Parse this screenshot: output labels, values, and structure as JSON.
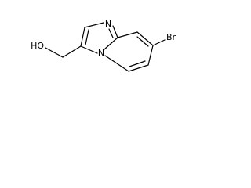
{
  "molecule": {
    "atom_labels": {
      "ring_nitrogen_top": "N",
      "ring_nitrogen_bridge": "N",
      "bromine": "Br",
      "hydroxyl": "HO"
    }
  }
}
